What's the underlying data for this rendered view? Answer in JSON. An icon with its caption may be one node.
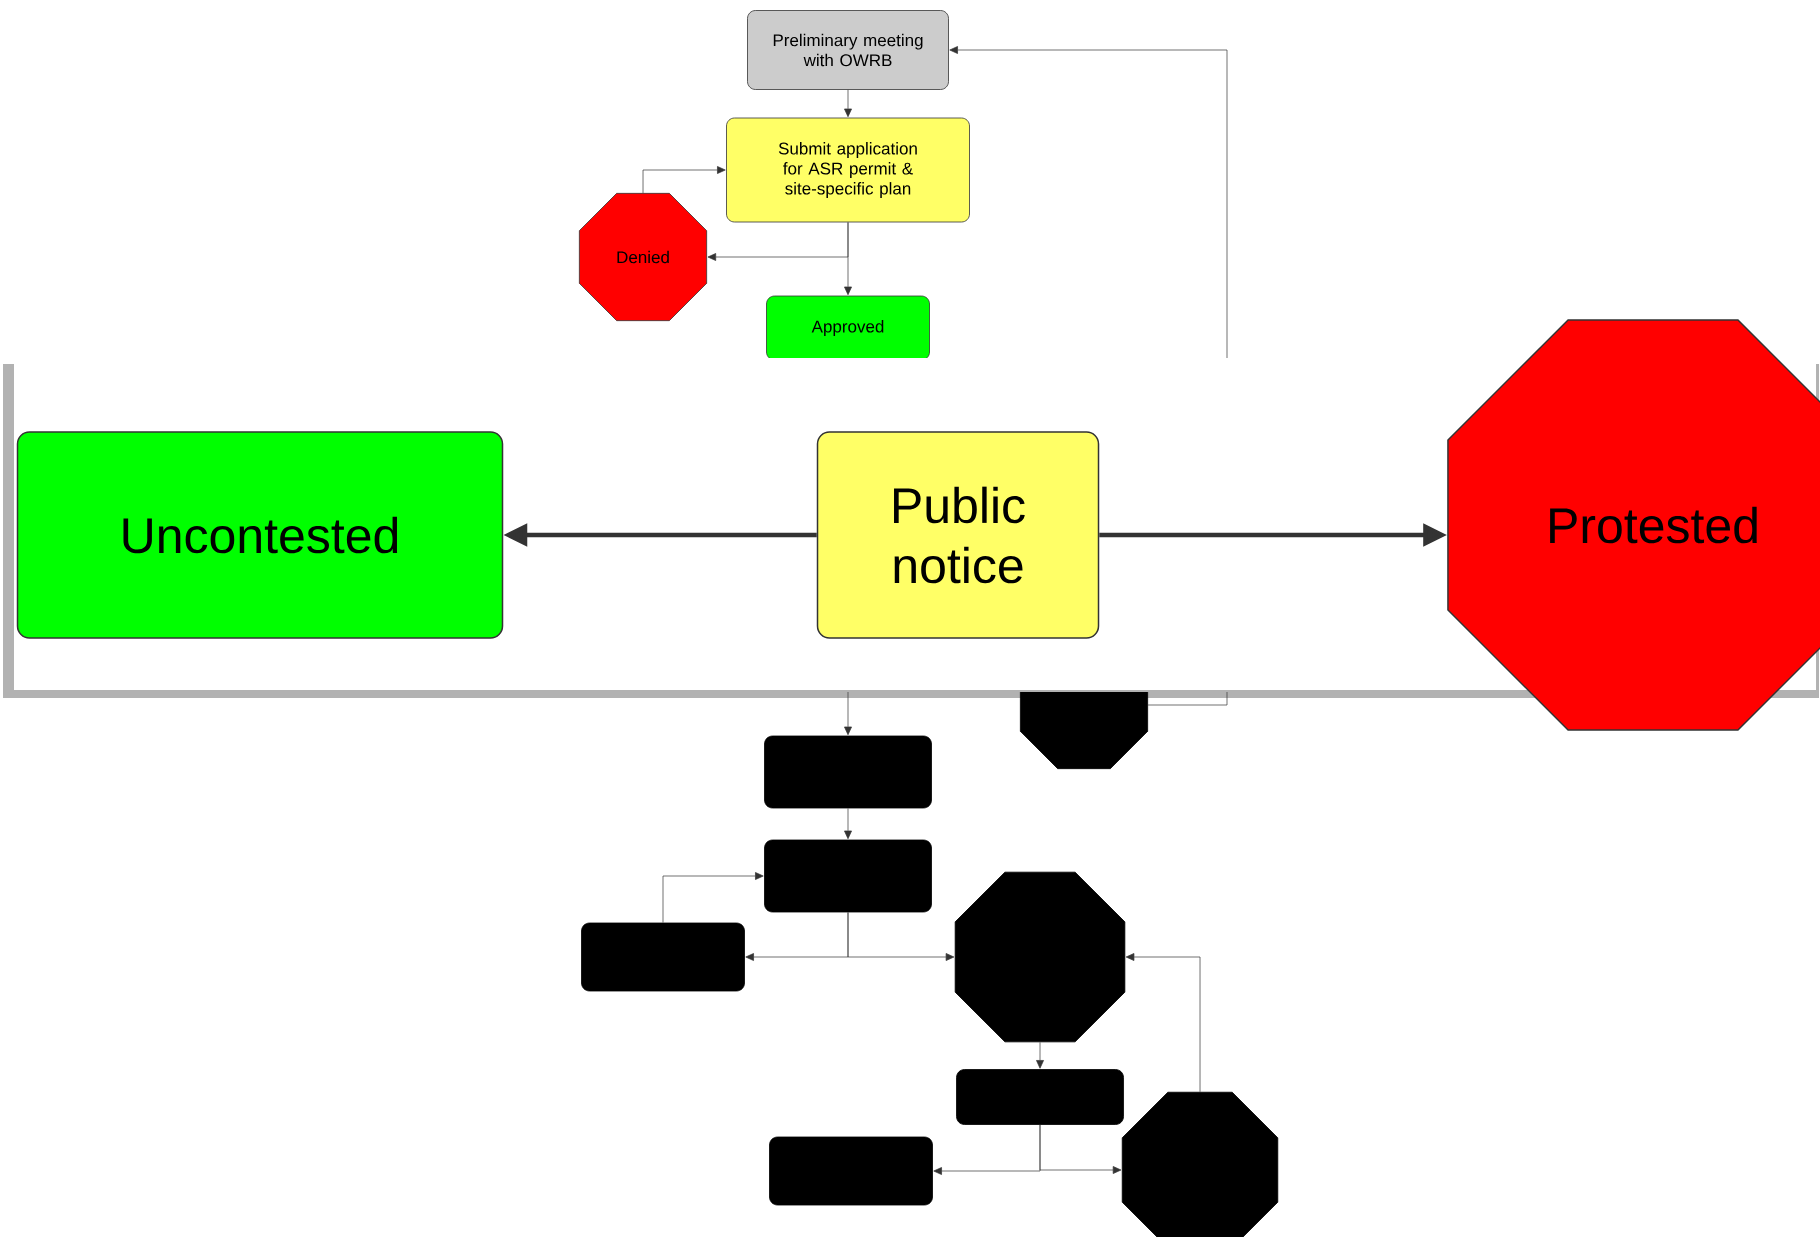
{
  "diagram": {
    "nodes": [
      {
        "text": [
          "Preliminary meeting with OWRB"
        ]
      },
      {
        "text": [
          "Submit application for ASR permit & site-specific plan"
        ]
      },
      {
        "text": [
          "Denied"
        ]
      },
      {
        "text": [
          "Approved"
        ]
      },
      {
        "text": [
          "Public notice"
        ]
      },
      {
        "text": [
          "Uncontested"
        ]
      },
      {
        "text": [
          "Protested"
        ]
      },
      {
        "text": [],
        "shape": "octagon"
      },
      {
        "text": [],
        "shape": "box"
      },
      {
        "text": [],
        "shape": "box"
      },
      {
        "text": [],
        "shape": "box"
      },
      {
        "text": [],
        "shape": "octagon"
      },
      {
        "text": [],
        "shape": "box"
      },
      {
        "text": [],
        "shape": "box"
      },
      {
        "text": [],
        "shape": "octagon"
      }
    ],
    "edges": [
      {
        "from": 0,
        "to": 1,
        "arrow": "to"
      },
      {
        "from": 1,
        "to": 2,
        "arrow": "to"
      },
      {
        "from": 1,
        "to": 3,
        "arrow": "to"
      },
      {
        "from": 2,
        "to": 1,
        "arrow": "to"
      },
      {
        "from": 4,
        "to": 5,
        "arrow": "to",
        "style": "thick"
      },
      {
        "from": 4,
        "to": 6,
        "arrow": "to",
        "style": "thick"
      },
      {
        "from": 7,
        "to": 0,
        "arrow": "to"
      },
      {
        "from": null,
        "to": 8,
        "arrow": "to"
      },
      {
        "from": 8,
        "to": 9,
        "arrow": "to"
      },
      {
        "from": 10,
        "to": 9,
        "arrow": "to"
      },
      {
        "from": 9,
        "to": 10,
        "arrow": "to"
      },
      {
        "from": 9,
        "to": 11,
        "arrow": "to"
      },
      {
        "from": 11,
        "to": 12,
        "arrow": "to"
      },
      {
        "from": 12,
        "to": 13,
        "arrow": "to"
      },
      {
        "from": 12,
        "to": 14,
        "arrow": "to"
      },
      {
        "from": 14,
        "to": 11,
        "arrow": "to"
      }
    ]
  }
}
